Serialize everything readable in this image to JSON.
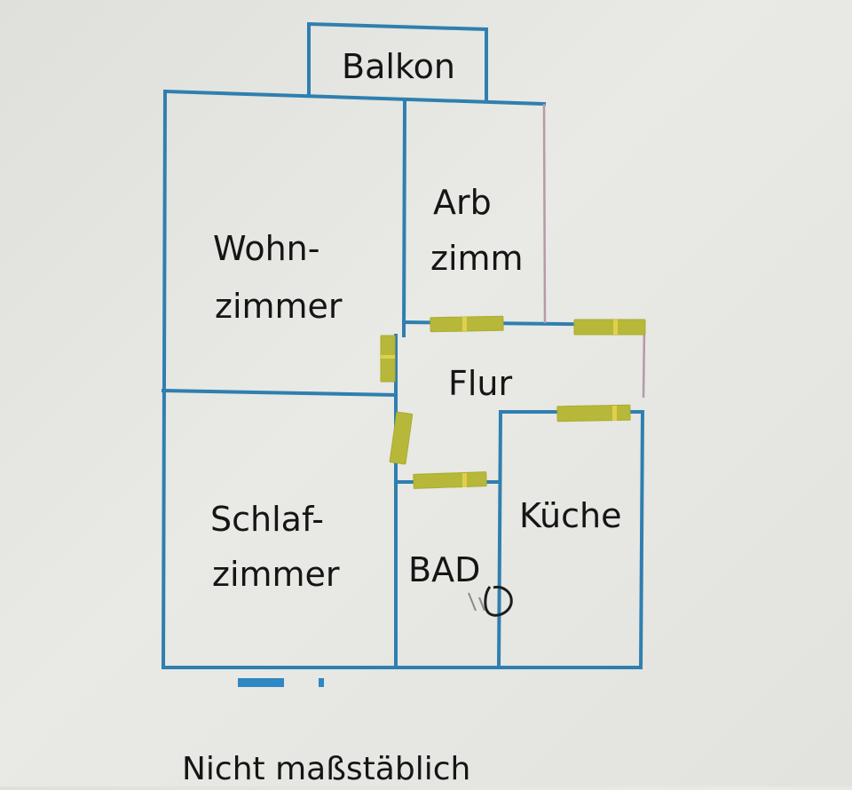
{
  "rooms": {
    "balkon": "Balkon",
    "arbeitszimmer_line1": "Arb",
    "arbeitszimmer_line2": "zimm",
    "wohnzimmer_line1": "Wohn-",
    "wohnzimmer_line2": "zimmer",
    "flur": "Flur",
    "schlafzimmer_line1": "Schlaf-",
    "schlafzimmer_line2": "zimmer",
    "kueche": "Küche",
    "bad": "BAD"
  },
  "footer": {
    "note": "Nicht maßstäblich"
  },
  "colors": {
    "wall": "#2f7fb0",
    "door": "#b7b83a",
    "paper": "#e6e6e2",
    "text": "#151515"
  }
}
